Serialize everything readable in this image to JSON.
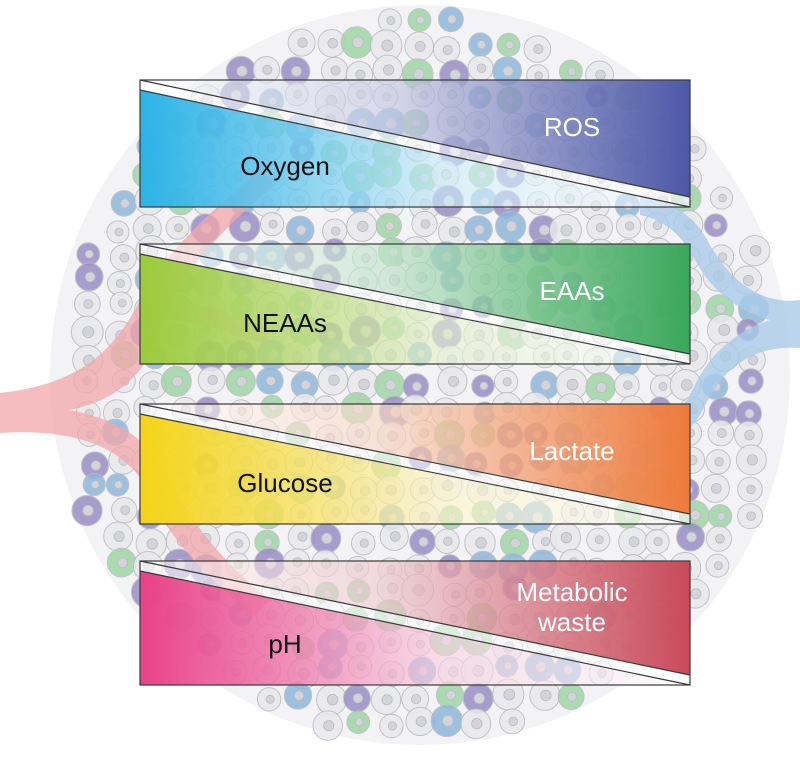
{
  "colors": {
    "artery": "#f2a7a9",
    "vein": "#a9cbe8",
    "cell_fill": "#e9e9ec",
    "cell_stroke": "#b9bbc2",
    "cell_purple": "#9a8fc7",
    "cell_blue": "#8fb8dc",
    "cell_green": "#9fd6a4",
    "diagonal_edge": "#3a3a3a"
  },
  "gradients": [
    {
      "id": "oxygen-ros",
      "low_label": "Oxygen",
      "high_label": "ROS",
      "low_color": "#2bb3e7",
      "high_color": "#4c58a7"
    },
    {
      "id": "neaas-eaas",
      "low_label": "NEAAs",
      "high_label": "EAAs",
      "low_color": "#9bcb3c",
      "high_color": "#3aa85a"
    },
    {
      "id": "glucose-lactate",
      "low_label": "Glucose",
      "high_label": "Lactate",
      "low_color": "#f4d417",
      "high_color": "#ee7a3b"
    },
    {
      "id": "ph-waste",
      "low_label": "pH",
      "high_label_lines": [
        "Metabolic",
        "waste"
      ],
      "low_color": "#e94188",
      "high_color": "#c94a5a"
    }
  ]
}
